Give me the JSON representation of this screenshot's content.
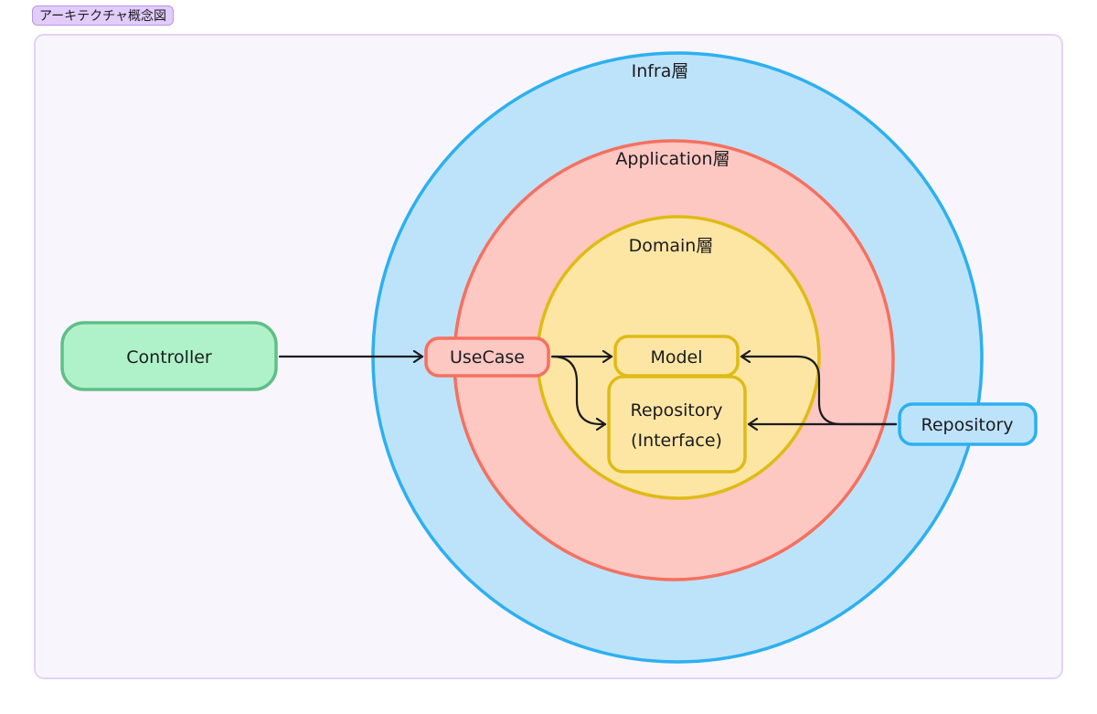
{
  "frame": {
    "title": "アーキテクチャ概念図"
  },
  "layers": {
    "infra": "Infra層",
    "application": "Application層",
    "domain": "Domain層"
  },
  "nodes": {
    "controller": "Controller",
    "usecase": "UseCase",
    "model": "Model",
    "repository_interface_line1": "Repository",
    "repository_interface_line2": "(Interface)",
    "repository": "Repository"
  },
  "colors": {
    "frame_fill": "#f8f5fc",
    "frame_stroke": "#e3d2f8",
    "infra_fill": "#bde3fb",
    "infra_stroke": "#2cb0f1",
    "application_fill": "#fdc7c2",
    "application_stroke": "#f5705f",
    "domain_fill": "#fde6a3",
    "domain_stroke": "#dfbb14",
    "controller_fill": "#aff2c9",
    "controller_stroke": "#5fbf86",
    "arrow": "#1b1b1f"
  }
}
